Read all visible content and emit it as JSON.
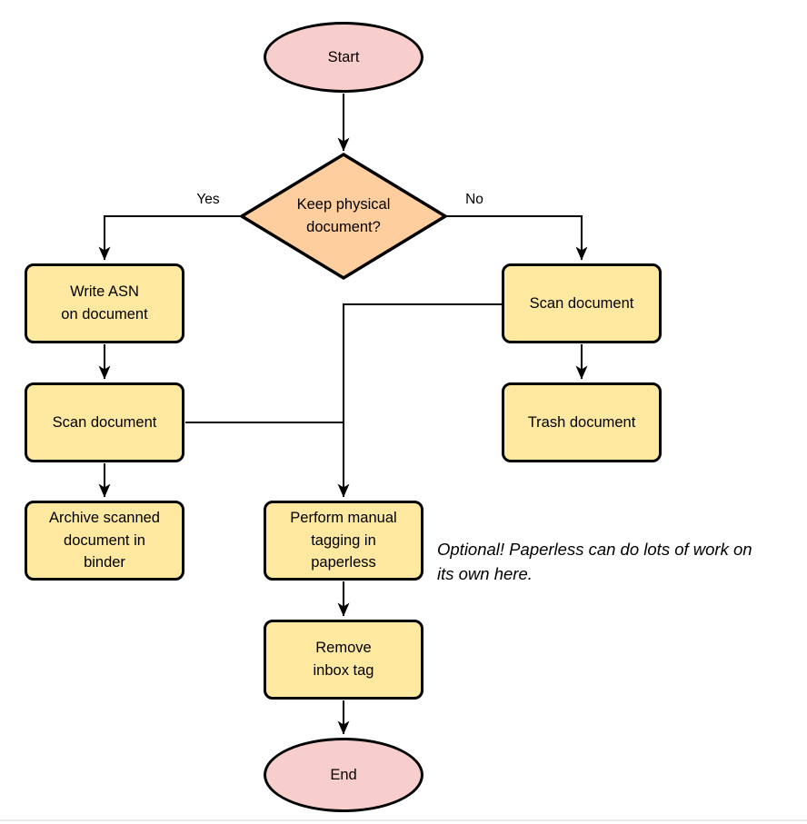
{
  "colors": {
    "background": "#ffffff",
    "terminator_fill": "#f8cecc",
    "decision_fill": "#ffce9e",
    "process_fill": "#ffe9a1",
    "stroke": "#000000"
  },
  "nodes": {
    "start": {
      "type": "terminator",
      "label": "Start"
    },
    "decision": {
      "type": "decision",
      "label": "Keep physical\ndocument?"
    },
    "write_asn": {
      "type": "process",
      "label": "Write ASN\non document"
    },
    "scan_left": {
      "type": "process",
      "label": "Scan document"
    },
    "archive": {
      "type": "process",
      "label": "Archive scanned\ndocument in\nbinder"
    },
    "scan_right": {
      "type": "process",
      "label": "Scan document"
    },
    "trash": {
      "type": "process",
      "label": "Trash document"
    },
    "tagging": {
      "type": "process",
      "label": "Perform manual\ntagging in\npaperless"
    },
    "remove_inbox": {
      "type": "process",
      "label": "Remove\ninbox tag"
    },
    "end": {
      "type": "terminator",
      "label": "End"
    }
  },
  "edge_labels": {
    "yes": "Yes",
    "no": "No"
  },
  "edges": [
    {
      "from": "start",
      "to": "decision",
      "label": ""
    },
    {
      "from": "decision",
      "to": "write_asn",
      "label": "Yes"
    },
    {
      "from": "decision",
      "to": "scan_right",
      "label": "No"
    },
    {
      "from": "write_asn",
      "to": "scan_left",
      "label": ""
    },
    {
      "from": "scan_left",
      "to": "archive",
      "label": ""
    },
    {
      "from": "scan_left",
      "to": "tagging",
      "label": ""
    },
    {
      "from": "scan_right",
      "to": "trash",
      "label": ""
    },
    {
      "from": "scan_right",
      "to": "tagging",
      "label": ""
    },
    {
      "from": "tagging",
      "to": "remove_inbox",
      "label": ""
    },
    {
      "from": "remove_inbox",
      "to": "end",
      "label": ""
    }
  ],
  "annotation": {
    "lines": [
      "Optional! Paperless can do lots of work on",
      "its own here."
    ]
  }
}
